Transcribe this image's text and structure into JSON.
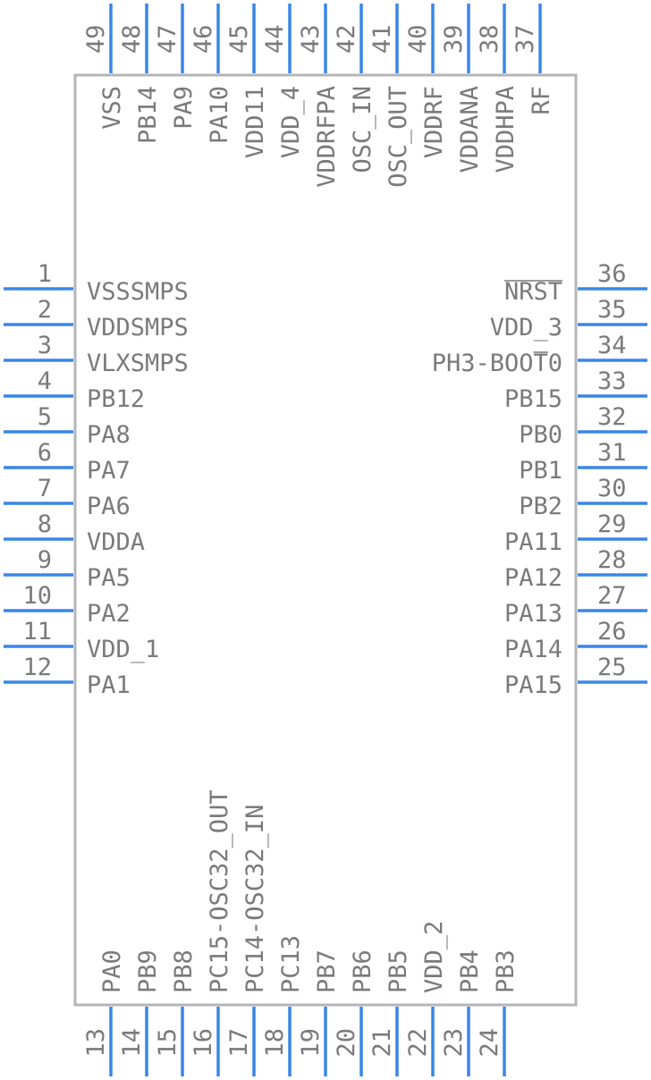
{
  "component": {
    "pins_left": [
      {
        "number": "1",
        "name": "VSSSMPS"
      },
      {
        "number": "2",
        "name": "VDDSMPS"
      },
      {
        "number": "3",
        "name": "VLXSMPS"
      },
      {
        "number": "4",
        "name": "PB12"
      },
      {
        "number": "5",
        "name": "PA8"
      },
      {
        "number": "6",
        "name": "PA7"
      },
      {
        "number": "7",
        "name": "PA6"
      },
      {
        "number": "8",
        "name": "VDDA"
      },
      {
        "number": "9",
        "name": "PA5"
      },
      {
        "number": "10",
        "name": "PA2"
      },
      {
        "number": "11",
        "name": "VDD_1"
      },
      {
        "number": "12",
        "name": "PA1"
      }
    ],
    "pins_bottom": [
      {
        "number": "13",
        "name": "PA0"
      },
      {
        "number": "14",
        "name": "PB9"
      },
      {
        "number": "15",
        "name": "PB8"
      },
      {
        "number": "16",
        "name": "PC15-OSC32_OUT"
      },
      {
        "number": "17",
        "name": "PC14-OSC32_IN"
      },
      {
        "number": "18",
        "name": "PC13"
      },
      {
        "number": "19",
        "name": "PB7"
      },
      {
        "number": "20",
        "name": "PB6"
      },
      {
        "number": "21",
        "name": "PB5"
      },
      {
        "number": "22",
        "name": "VDD_2"
      },
      {
        "number": "23",
        "name": "PB4"
      },
      {
        "number": "24",
        "name": "PB3"
      }
    ],
    "pins_right": [
      {
        "number": "25",
        "name": "PA15"
      },
      {
        "number": "26",
        "name": "PA14"
      },
      {
        "number": "27",
        "name": "PA13"
      },
      {
        "number": "28",
        "name": "PA12"
      },
      {
        "number": "29",
        "name": "PA11"
      },
      {
        "number": "30",
        "name": "PB2"
      },
      {
        "number": "31",
        "name": "PB1"
      },
      {
        "number": "32",
        "name": "PB0"
      },
      {
        "number": "33",
        "name": "PB15"
      },
      {
        "number": "34",
        "name": "PH3-BOOT0"
      },
      {
        "number": "35",
        "name": "VDD_3"
      },
      {
        "number": "36",
        "name": "NRST"
      }
    ],
    "pins_top": [
      {
        "number": "37",
        "name": "RF"
      },
      {
        "number": "38",
        "name": "VDDHPA"
      },
      {
        "number": "39",
        "name": "VDDANA"
      },
      {
        "number": "40",
        "name": "VDDRF"
      },
      {
        "number": "41",
        "name": "OSC_OUT"
      },
      {
        "number": "42",
        "name": "OSC_IN"
      },
      {
        "number": "43",
        "name": "VDDRFPA"
      },
      {
        "number": "44",
        "name": "VDD_4"
      },
      {
        "number": "45",
        "name": "VDD11"
      },
      {
        "number": "46",
        "name": "PA10"
      },
      {
        "number": "47",
        "name": "PA9"
      },
      {
        "number": "48",
        "name": "PB14"
      },
      {
        "number": "49",
        "name": "VSS"
      }
    ]
  },
  "colors": {
    "pin": "#3a86e8",
    "body_outline": "#b5b5b5",
    "text": "#7a7a7a"
  }
}
